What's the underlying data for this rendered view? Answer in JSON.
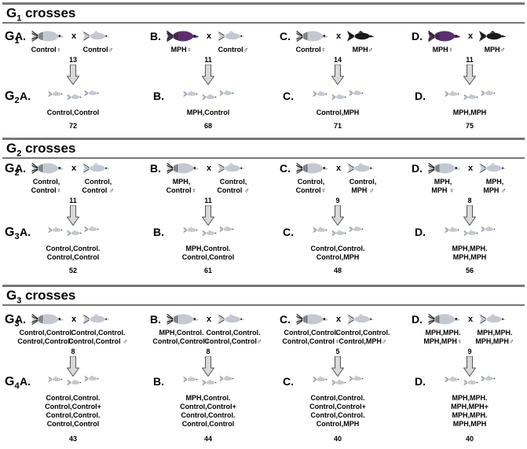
{
  "sections": [
    {
      "title": "G",
      "title_sub": "1",
      "title_rest": " crosses",
      "parent_gen": {
        "label": "G",
        "sub": "1"
      },
      "child_gen": {
        "label": "G",
        "sub": "2"
      },
      "crosses": [
        {
          "letter": "A.",
          "female_label": "Control♀",
          "male_label": "Control♂",
          "pairs": "13",
          "child_letter": "A.",
          "offspring": "Control,Control",
          "count": "72"
        },
        {
          "letter": "B.",
          "female_label": "MPH♀",
          "male_label": "Control♂",
          "pairs": "11",
          "child_letter": "B.",
          "offspring": "MPH,Control",
          "count": "68"
        },
        {
          "letter": "C.",
          "female_label": "Control♀",
          "male_label": "MPH♂",
          "pairs": "14",
          "child_letter": "C.",
          "offspring": "Control,MPH",
          "count": "71"
        },
        {
          "letter": "D.",
          "female_label": "MPH♀",
          "male_label": "MPH♂",
          "pairs": "11",
          "child_letter": "D.",
          "offspring": "MPH,MPH",
          "count": "75"
        }
      ]
    },
    {
      "title": "G",
      "title_sub": "2",
      "title_rest": " crosses",
      "parent_gen": {
        "label": "G",
        "sub": "2"
      },
      "child_gen": {
        "label": "G",
        "sub": "3"
      },
      "crosses": [
        {
          "letter": "A.",
          "female_label": "Control,\nControl♀",
          "male_label": "Control,\nControl ♂",
          "pairs": "11",
          "child_letter": "A.",
          "offspring": "Control,Control.\nControl,Control",
          "count": "52"
        },
        {
          "letter": "B.",
          "female_label": "MPH,\nControl♀",
          "male_label": "Control,\nControl ♂",
          "pairs": "11",
          "child_letter": "B.",
          "offspring": "MPH,Control.\nControl,Control",
          "count": "61"
        },
        {
          "letter": "C.",
          "female_label": "Control,\nControl♀",
          "male_label": "Control,\nMPH ♂",
          "pairs": "9",
          "child_letter": "C.",
          "offspring": "Control,Control.\nControl,MPH",
          "count": "48"
        },
        {
          "letter": "D.",
          "female_label": "MPH,\nMPH ♀",
          "male_label": "MPH,\nMPH ♂",
          "pairs": "8",
          "child_letter": "D.",
          "offspring": "MPH,MPH.\nMPH,MPH",
          "count": "56"
        }
      ]
    },
    {
      "title": "G",
      "title_sub": "3",
      "title_rest": " crosses",
      "parent_gen": {
        "label": "G",
        "sub": "3"
      },
      "child_gen": {
        "label": "G",
        "sub": "4"
      },
      "crosses": [
        {
          "letter": "A.",
          "female_label": "Control,Control.\nControl,Control♀",
          "male_label": "Control,Control.\nControl,Control ♂",
          "pairs": "8",
          "child_letter": "A.",
          "offspring": "Control,Control.\nControl,Control+\nControl,Control.\nControl,Control",
          "count": "43"
        },
        {
          "letter": "B.",
          "female_label": "MPH,Control.\nControl,Control♀",
          "male_label": "Control,Control.\nControl,Control♂",
          "pairs": "8",
          "child_letter": "B.",
          "offspring": "MPH,Control.\nControl,Control+\nControl,Control.\nControl,Control",
          "count": "44"
        },
        {
          "letter": "C.",
          "female_label": "Control,Control.\nControl,Control♀",
          "male_label": "Control,Control.\nControl,MPH♂",
          "pairs": "5",
          "child_letter": "C.",
          "offspring": "Control,Control.\nControl,Control+\nControl,Control.\nControl,MPH",
          "count": "40"
        },
        {
          "letter": "D.",
          "female_label": "MPH,MPH.\nMPH,MPH♀",
          "male_label": "MPH,MPH.\nMPH,MPH♂",
          "pairs": "9",
          "child_letter": "D.",
          "offspring": "MPH,MPH.\nMPH,MPH+\nMPH,MPH.\nMPH,MPH",
          "count": "40"
        }
      ]
    }
  ],
  "colors": {
    "section_line": "#777777",
    "fish_control": "#c4c8d0",
    "fish_mph": "#5b2e6e",
    "fish_mph_male": "#1a1a1a",
    "arrow_fill": "#d9d9d9",
    "arrow_stroke": "#555555"
  },
  "x_symbol": "x"
}
